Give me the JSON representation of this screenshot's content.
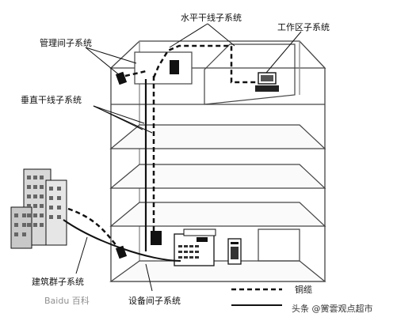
{
  "labels": {
    "horizontal": "水平干线子系统",
    "workarea": "工作区子系统",
    "management": "管理间子系统",
    "vertical": "垂直干线子系统",
    "campus": "建筑群子系统",
    "equipment": "设备间子系统"
  },
  "legend": {
    "copper": "铜缆"
  },
  "watermark": {
    "left": "Baidu 百科",
    "right": "头条 @黉雲观点超市"
  },
  "colors": {
    "ink": "#111111",
    "wall": "#555555",
    "bg": "#ffffff"
  }
}
